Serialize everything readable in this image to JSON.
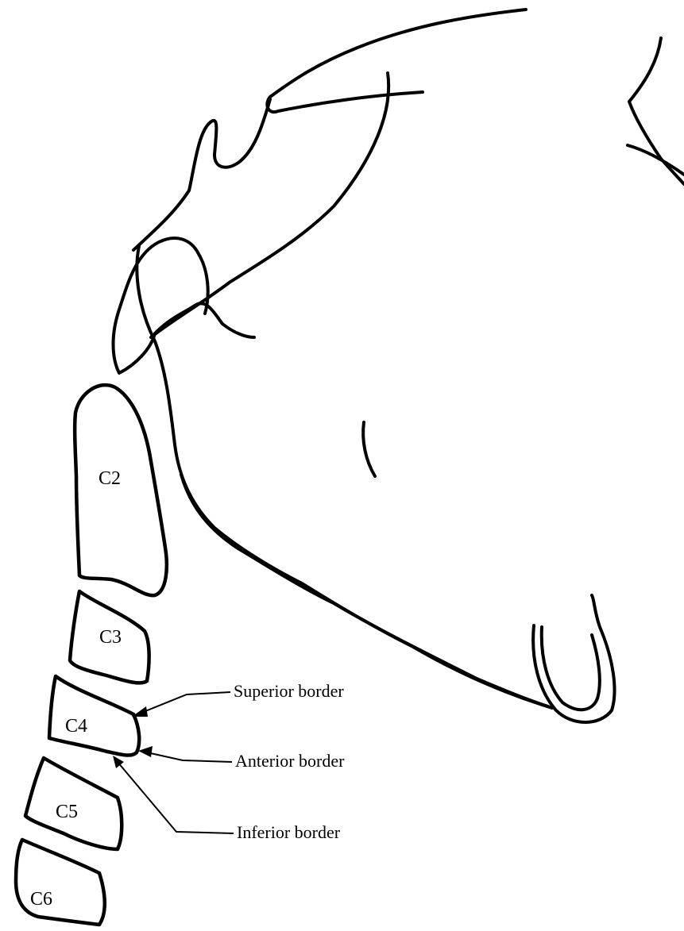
{
  "vertebrae": {
    "c2": "C2",
    "c3": "C3",
    "c4": "C4",
    "c5": "C5",
    "c6": "C6"
  },
  "annotations": {
    "superior": "Superior border",
    "anterior": "Anterior border",
    "inferior": "Inferior border"
  }
}
